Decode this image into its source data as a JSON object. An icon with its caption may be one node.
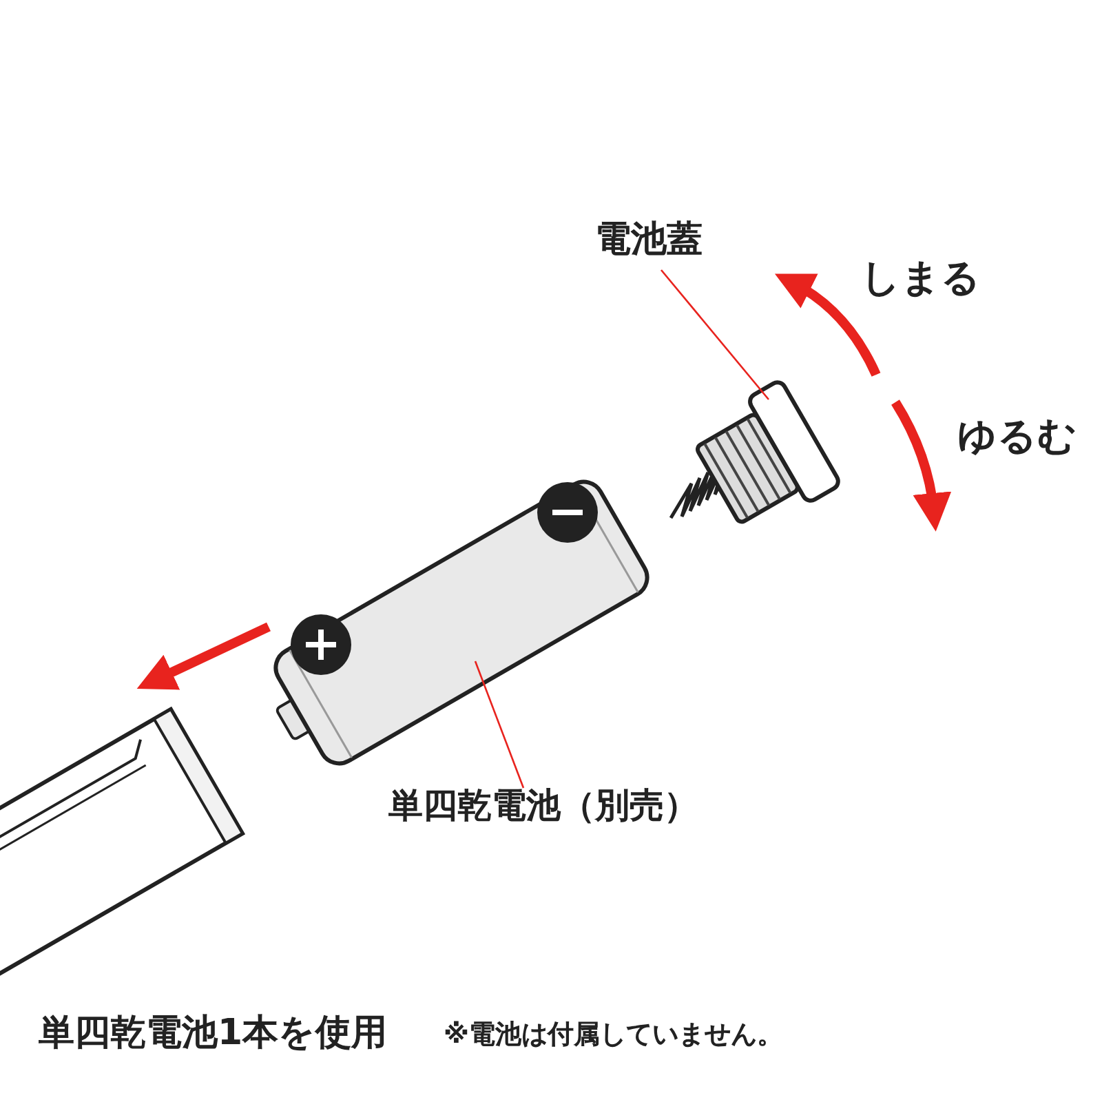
{
  "diagram": {
    "nodes": [
      {
        "text": [
          "電池蓋"
        ]
      },
      {
        "text": [],
        "shape": "picture"
      },
      {
        "text": [],
        "shape": "picture"
      },
      {
        "text": [
          "単四乾電池（別売）"
        ]
      }
    ],
    "edges": [
      {
        "from": 0,
        "to": 1,
        "arrow": "none",
        "color": "#e8231e"
      },
      {
        "from": 3,
        "to": 2,
        "arrow": "none",
        "color": "#e8231e"
      }
    ],
    "labels": [
      "しまる",
      "ゆるむ",
      "単四乾電池1本を使用",
      "※電池は付属していません。"
    ]
  }
}
